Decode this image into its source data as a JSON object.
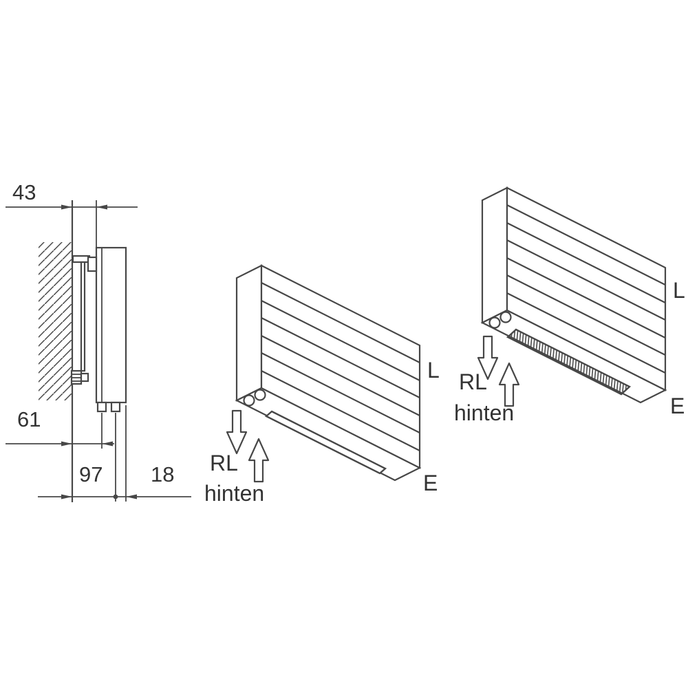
{
  "figure": {
    "background_color": "#ffffff",
    "line_color": "#474747",
    "text_color": "#333333"
  },
  "side_view": {
    "dim_wall_to_panel": "43",
    "dim_pipe_1": "61",
    "dim_pipe_2": "97",
    "dim_front": "18"
  },
  "iso_view_plain": {
    "label_l": "L",
    "label_e": "E",
    "label_rl": "RL",
    "label_hinten": "hinten"
  },
  "iso_view_grille": {
    "label_l": "L",
    "label_e": "E",
    "label_rl": "RL",
    "label_hinten": "hinten"
  }
}
